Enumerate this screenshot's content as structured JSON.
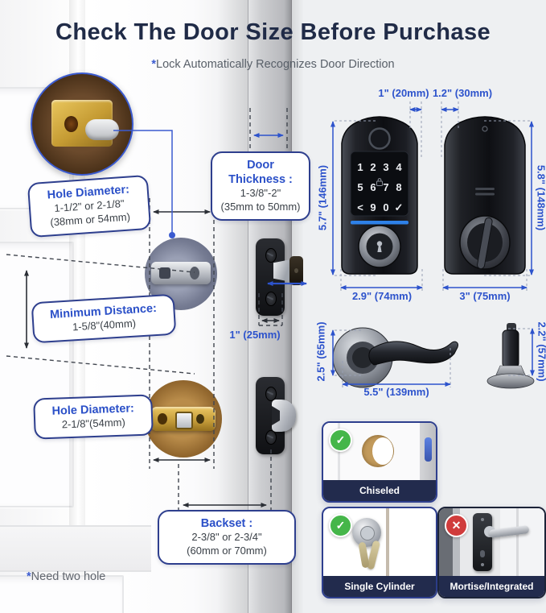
{
  "header": {
    "title": "Check The Door Size Before Purchase",
    "subtitle_mark": "*",
    "subtitle": "Lock Automatically Recognizes Door Direction"
  },
  "callouts": {
    "door_thickness": {
      "title": "Door Thickness :",
      "line1": "1-3/8\"-2\"",
      "line2": "(35mm to 50mm)"
    },
    "hole_top": {
      "title": "Hole Diameter:",
      "line1": "1-1/2\" or 2-1/8\"",
      "line2": "(38mm or 54mm)"
    },
    "min_distance": {
      "title": "Minimum Distance:",
      "line1": "1-5/8\"(40mm)"
    },
    "hole_bottom": {
      "title": "Hole Diameter:",
      "line1": "2-1/8\"(54mm)"
    },
    "backset": {
      "title": "Backset :",
      "line1": "2-3/8\" or 2-3/4\"",
      "line2": "(60mm or 70mm)"
    },
    "latch_depth": "1\" (25mm)",
    "footnote_mark": "*",
    "footnote": "Need two hole"
  },
  "lock_dims": {
    "front_depth": "1\" (20mm)",
    "back_depth": "1.2\" (30mm)",
    "front_height": "5.7\" (146mm)",
    "back_height": "5.8\" (148mm)",
    "front_width": "2.9\" (74mm)",
    "back_width": "3\" (75mm)"
  },
  "handle_dims": {
    "height": "2.5\" (65mm)",
    "length": "5.5\" (139mm)",
    "side_height": "2.2\" (57mm)"
  },
  "keypad": {
    "keys": [
      "1",
      "2",
      "3",
      "4",
      "5",
      "6",
      "7",
      "8",
      "<",
      "9",
      "0",
      "✓"
    ]
  },
  "cards": [
    {
      "label": "Chiseled",
      "icon": "✓",
      "status": "allowed"
    },
    {
      "label": "Single Cylinder",
      "icon": "✓",
      "status": "allowed"
    },
    {
      "label": "Mortise/Integrated",
      "icon": "✕",
      "status": "not-allowed"
    }
  ],
  "colors": {
    "accent_blue": "#2d53cc",
    "navy": "#222b4d",
    "green": "#45b649",
    "red": "#d03c3c"
  }
}
